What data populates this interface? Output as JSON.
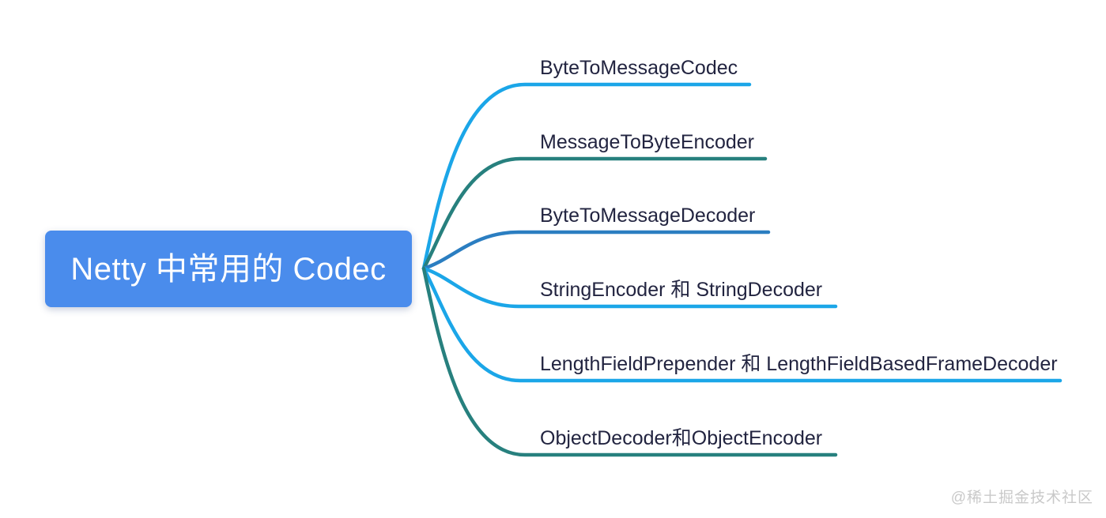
{
  "root": {
    "label": "Netty 中常用的 Codec",
    "fill": "#4a8cec",
    "text_color": "#ffffff"
  },
  "branches": [
    {
      "label": "ByteToMessageCodec",
      "color": "#1ba6e8"
    },
    {
      "label": "MessageToByteEncoder",
      "color": "#27807e"
    },
    {
      "label": "ByteToMessageDecoder",
      "color": "#2b7ec1"
    },
    {
      "label": "StringEncoder 和 StringDecoder",
      "color": "#1ba6e8"
    },
    {
      "label": "LengthFieldPrepender 和 LengthFieldBasedFrameDecoder",
      "color": "#1ba6e8"
    },
    {
      "label": "ObjectDecoder和ObjectEncoder",
      "color": "#27807e"
    }
  ],
  "label_text_color": "#222440",
  "watermark": {
    "text": "@稀土掘金技术社区",
    "color": "#c9c9c9"
  },
  "background": "#ffffff"
}
